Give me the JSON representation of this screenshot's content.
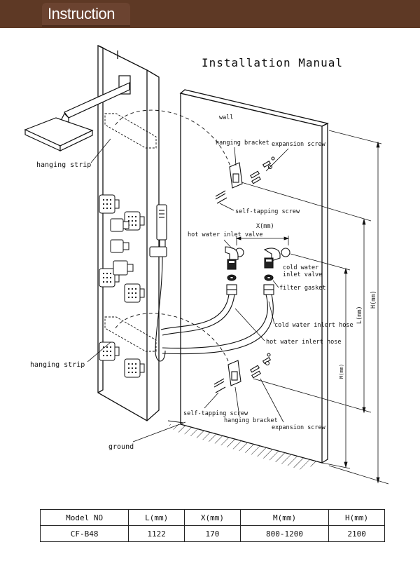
{
  "header": {
    "title": "Instruction"
  },
  "diagram": {
    "title": "Installation Manual",
    "labels": {
      "wall": "wall",
      "hanging_bracket_top": "hanging bracket",
      "expansion_screw_top": "expansion screw",
      "hanging_strip_top": "hanging strip",
      "self_tapping_screw_top": "self-tapping screw",
      "x_dim": "X(mm)",
      "hot_water_inlet_valve": "hot water inlet valve",
      "cold_water_inlet_valve_1": "cold water",
      "cold_water_inlet_valve_2": "inlet valve",
      "filter_gasket": "filter gasket",
      "cold_water_inlet_hose": "cold water inlert hose",
      "hot_water_inlet_hose": "hot water inlert hose",
      "hanging_strip_bottom": "hanging strip",
      "self_tapping_screw_bottom": "self-tapping screw",
      "hanging_bracket_bottom": "hanging bracket",
      "expansion_screw_bottom": "expansion screw",
      "ground": "ground",
      "l_dim": "L(mm)",
      "h_dim": "H(mm)",
      "m_dim": "M(mm)"
    }
  },
  "spec_table": {
    "headers": [
      "Model NO",
      "L(mm)",
      "X(mm)",
      "M(mm)",
      "H(mm)"
    ],
    "rows": [
      [
        "CF-B48",
        "1122",
        "170",
        "800-1200",
        "2100"
      ]
    ]
  },
  "colors": {
    "banner": "#5e3925",
    "banner_tab": "#6b4330",
    "ink": "#111111"
  }
}
